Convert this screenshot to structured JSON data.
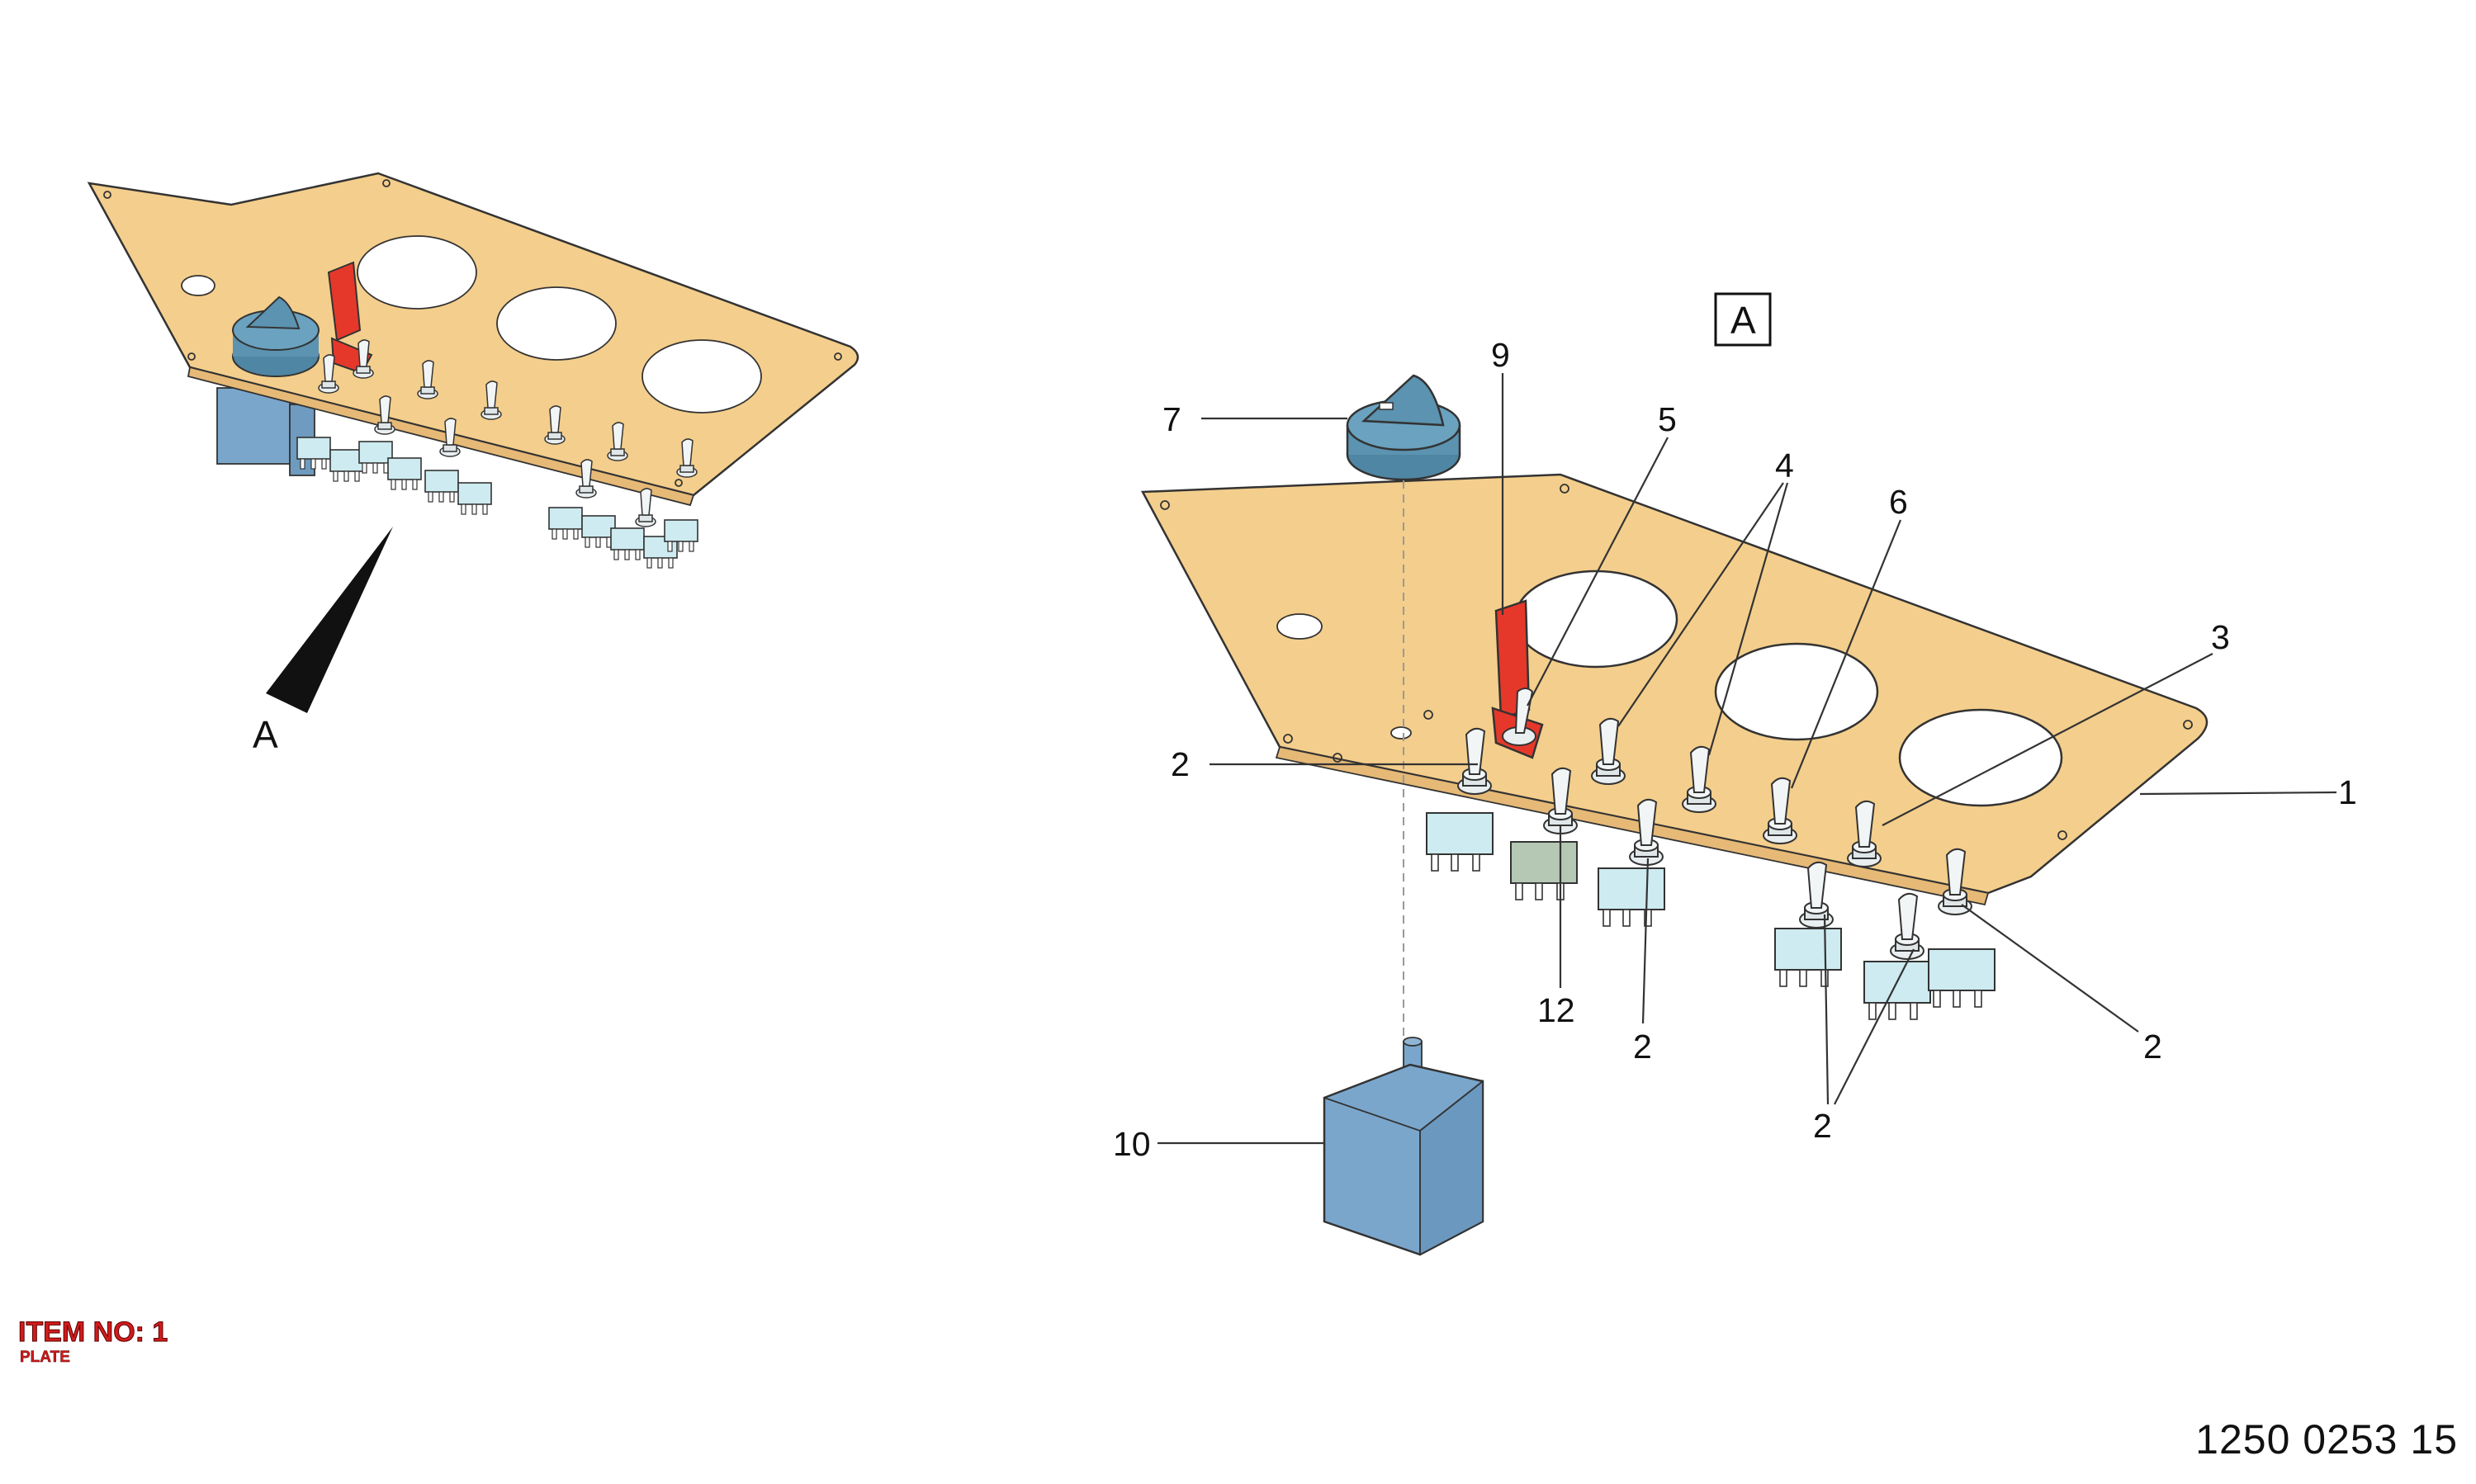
{
  "item": {
    "label": "ITEM NO: 1",
    "name": "PLATE"
  },
  "document_number": "1250 0253 15",
  "view_marker": "A",
  "detail_view_label": "A",
  "callouts": {
    "c1": "1",
    "c2a": "2",
    "c2b": "2",
    "c2c": "2",
    "c2d": "2",
    "c3": "3",
    "c4": "4",
    "c5": "5",
    "c6": "6",
    "c7": "7",
    "c9": "9",
    "c10": "10",
    "c12": "12"
  },
  "colors": {
    "plate": "#F4CE8C",
    "knob": "#5B93B0",
    "switch_guard": "#E5382A",
    "relay_block": "#7AA6CC",
    "switch_body": "#CDEBF0",
    "switch_body_alt": "#B4C8B4",
    "callout_title": "#D21B1B"
  }
}
